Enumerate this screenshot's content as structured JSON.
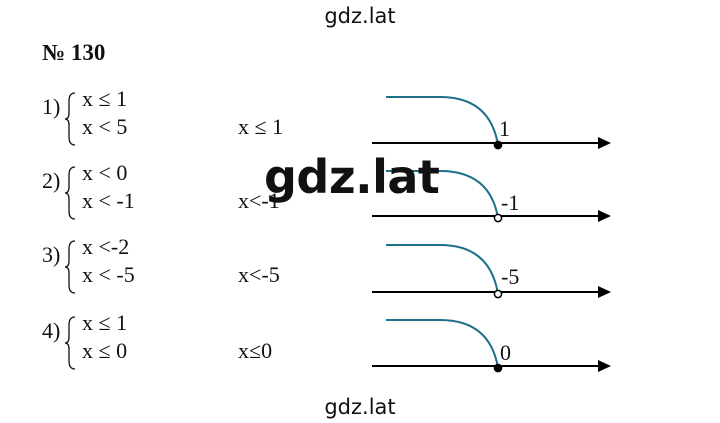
{
  "watermark": {
    "top": "gdz.lat",
    "center": "gdz.lat",
    "bottom": "gdz.lat"
  },
  "title": "№ 130",
  "exercises": [
    {
      "number": "1)",
      "line1": "x ≤ 1",
      "line2": "x < 5",
      "answer": "x ≤ 1",
      "point_label": "1",
      "point_filled": true
    },
    {
      "number": "2)",
      "line1": "x < 0",
      "line2": "x < -1",
      "answer": "x<-1",
      "point_label": "-1",
      "point_filled": false
    },
    {
      "number": "3)",
      "line1": "x <-2",
      "line2": "x < -5",
      "answer": "x<-5",
      "point_label": "-5",
      "point_filled": false
    },
    {
      "number": "4)",
      "line1": "x ≤ 1",
      "line2": "x ≤ 0",
      "answer": "x≤0",
      "point_label": "0",
      "point_filled": true
    }
  ],
  "colors": {
    "text": "#111111",
    "shading_curve": "#1f6f8b",
    "axis": "#000000"
  }
}
